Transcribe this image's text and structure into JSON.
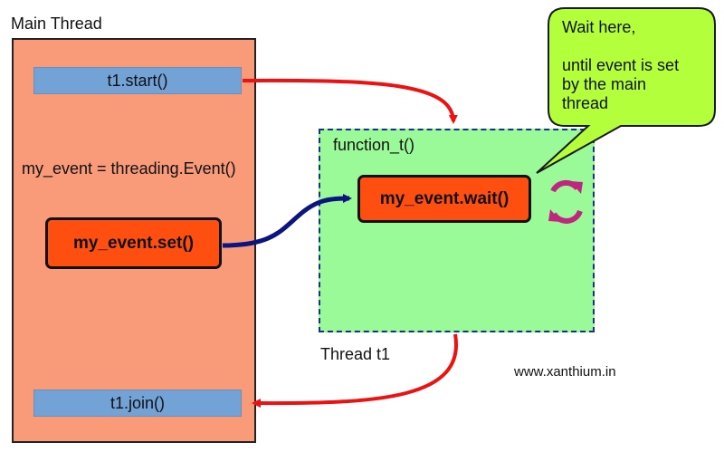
{
  "main_thread": {
    "title": "Main Thread",
    "start_call": "t1.start()",
    "event_assignment": "my_event = threading.Event()",
    "set_call": "my_event.set()",
    "join_call": "t1.join()"
  },
  "thread_t1": {
    "label": "Thread t1",
    "function_label": "function_t()",
    "wait_call": "my_event.wait()"
  },
  "callout": {
    "line1": "Wait here,",
    "line2": "until event is set",
    "line3": "by the main",
    "line4": "thread"
  },
  "website": "www.xanthium.in",
  "colors": {
    "main_box": "#f99a78",
    "blue_bar": "#72a2d6",
    "orange_button": "#ff4f10",
    "function_box": "#9afa98",
    "bubble": "#b3ff3c",
    "red_arrow": "#ee1111",
    "navy_arrow": "#0c1480",
    "loop_icon": "#c0267f"
  },
  "icons": [
    "refresh-loop-icon"
  ]
}
